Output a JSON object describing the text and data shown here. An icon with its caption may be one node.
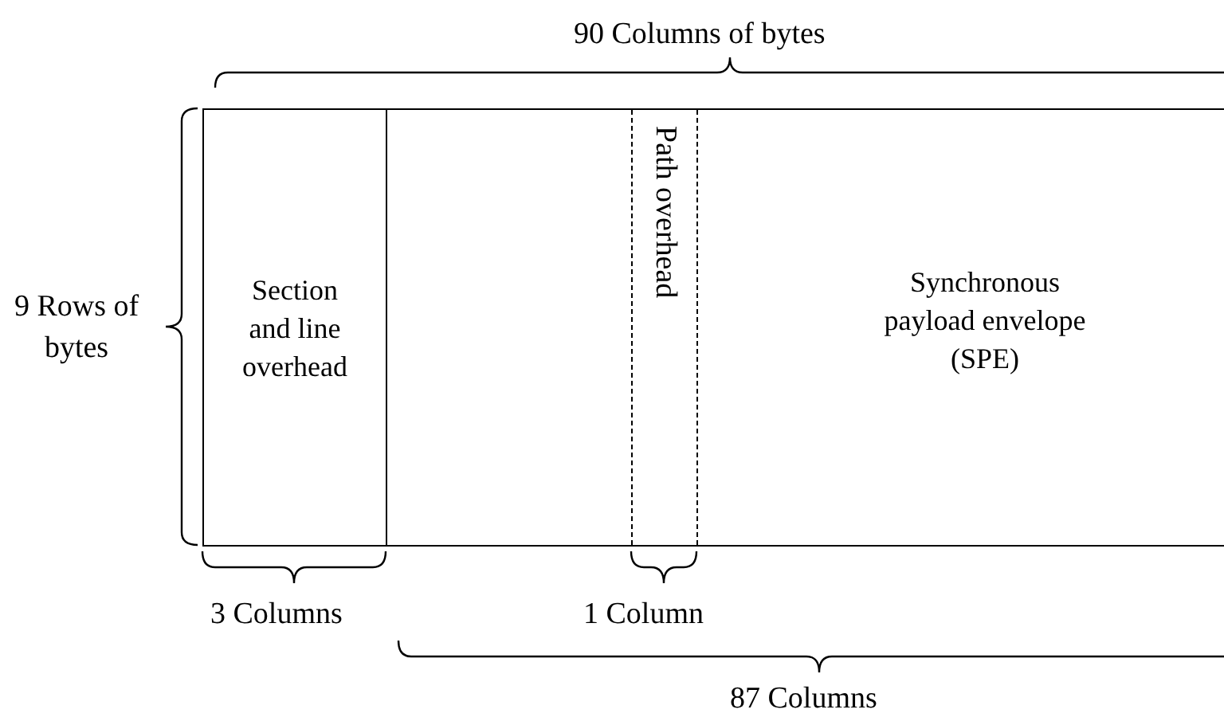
{
  "diagram": {
    "nodes": [
      {
        "text": [],
        "shape": "box"
      },
      {
        "text": [
          "Section and line overhead"
        ],
        "in": 0
      },
      {
        "text": [
          "Path overhead"
        ],
        "in": 0
      },
      {
        "text": [
          "Synchronous payload envelope (SPE)"
        ],
        "in": 0
      }
    ],
    "labels": [
      "90 Columns of bytes",
      "9 Rows of bytes",
      "3 Columns",
      "1 Column",
      "87 Columns"
    ]
  }
}
